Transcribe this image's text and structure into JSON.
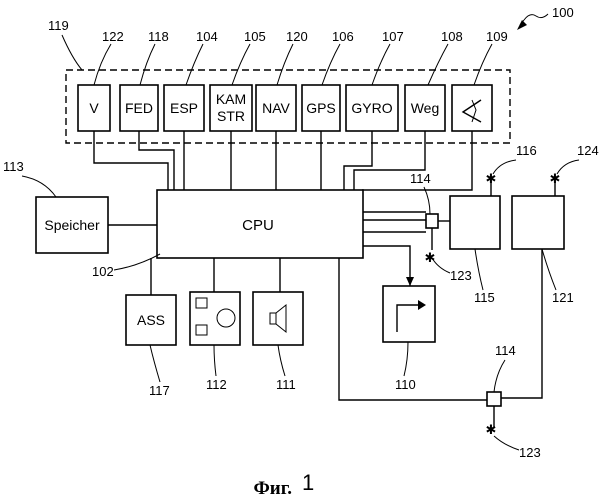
{
  "diagram": {
    "figure_ref": "100",
    "sensor_group_ref": "119",
    "sensors": [
      {
        "ref": "122",
        "label": "V"
      },
      {
        "ref": "118",
        "label": "FED"
      },
      {
        "ref": "104",
        "label": "ESP"
      },
      {
        "ref": "105",
        "label_line1": "KAM",
        "label_line2": "STR"
      },
      {
        "ref": "120",
        "label": "NAV"
      },
      {
        "ref": "106",
        "label": "GPS"
      },
      {
        "ref": "107",
        "label": "GYRO"
      },
      {
        "ref": "108",
        "label": "Weg"
      },
      {
        "ref": "109",
        "icon": "angle-icon"
      }
    ],
    "cpu": {
      "label": "CPU",
      "ref": "102"
    },
    "memory": {
      "label": "Speicher",
      "ref": "113"
    },
    "ass": {
      "label": "ASS",
      "ref": "117"
    },
    "controls": {
      "ref": "112",
      "icon": "control-panel-icon"
    },
    "speaker": {
      "ref": "111",
      "icon": "speaker-icon"
    },
    "display": {
      "ref": "110",
      "icon": "turn-arrow-icon"
    },
    "unit_115": {
      "ref": "115",
      "antenna_ref": "116"
    },
    "unit_121": {
      "ref": "121",
      "antenna_ref": "124"
    },
    "connectors": [
      {
        "ref": "114",
        "node_ref": "123"
      },
      {
        "ref": "114",
        "node_ref": "123"
      }
    ],
    "caption": {
      "prefix": "Фиг.",
      "number": "1"
    }
  }
}
